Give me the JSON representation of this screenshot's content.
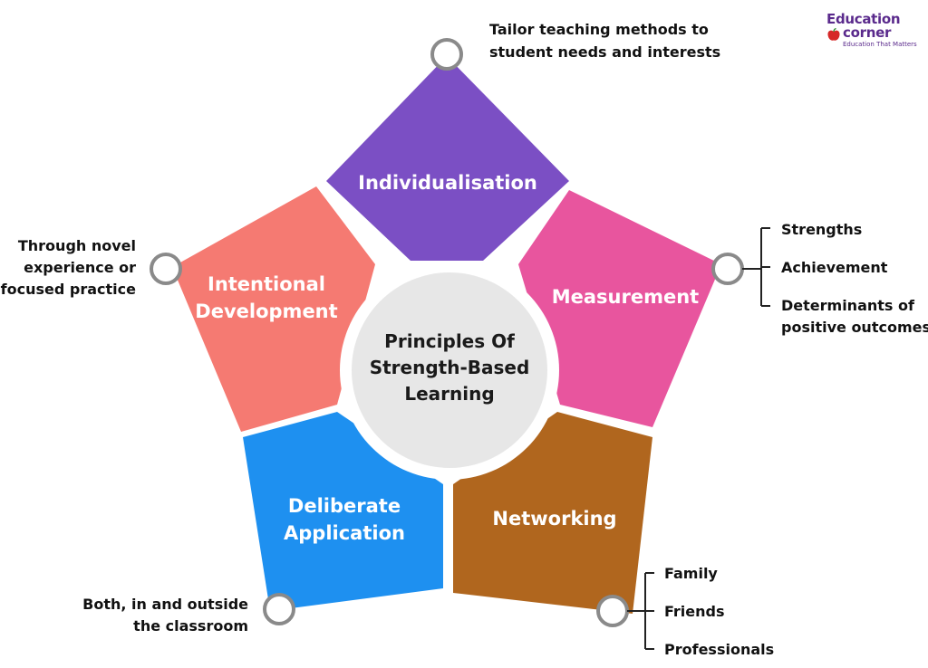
{
  "logo": {
    "line1": "Education",
    "line2": "corner",
    "tagline": "Education That Matters",
    "color": "#5a2a8c"
  },
  "center": {
    "line1": "Principles Of",
    "line2": "Strength-Based",
    "line3": "Learning"
  },
  "segments": {
    "individualisation": {
      "label": "Individualisation",
      "color": "#7b4fc4"
    },
    "measurement": {
      "label": "Measurement",
      "color": "#e8559e"
    },
    "networking": {
      "label": "Networking",
      "color": "#b0661e"
    },
    "deliberate_application": {
      "label1": "Deliberate",
      "label2": "Application",
      "color": "#1e90f0"
    },
    "intentional_development": {
      "label1": "Intentional",
      "label2": "Development",
      "color": "#f57a72"
    }
  },
  "annotations": {
    "individualisation": {
      "line1": "Tailor teaching methods to",
      "line2": "student needs and interests"
    },
    "measurement": [
      "Strengths",
      "Achievement",
      "Determinants of",
      "positive outcomes"
    ],
    "networking": [
      "Family",
      "Friends",
      "Professionals"
    ],
    "deliberate_application": {
      "line1": "Both, in and outside",
      "line2": "the classroom"
    },
    "intentional_development": {
      "line1": "Through novel",
      "line2": "experience or",
      "line3": "focused practice"
    }
  }
}
